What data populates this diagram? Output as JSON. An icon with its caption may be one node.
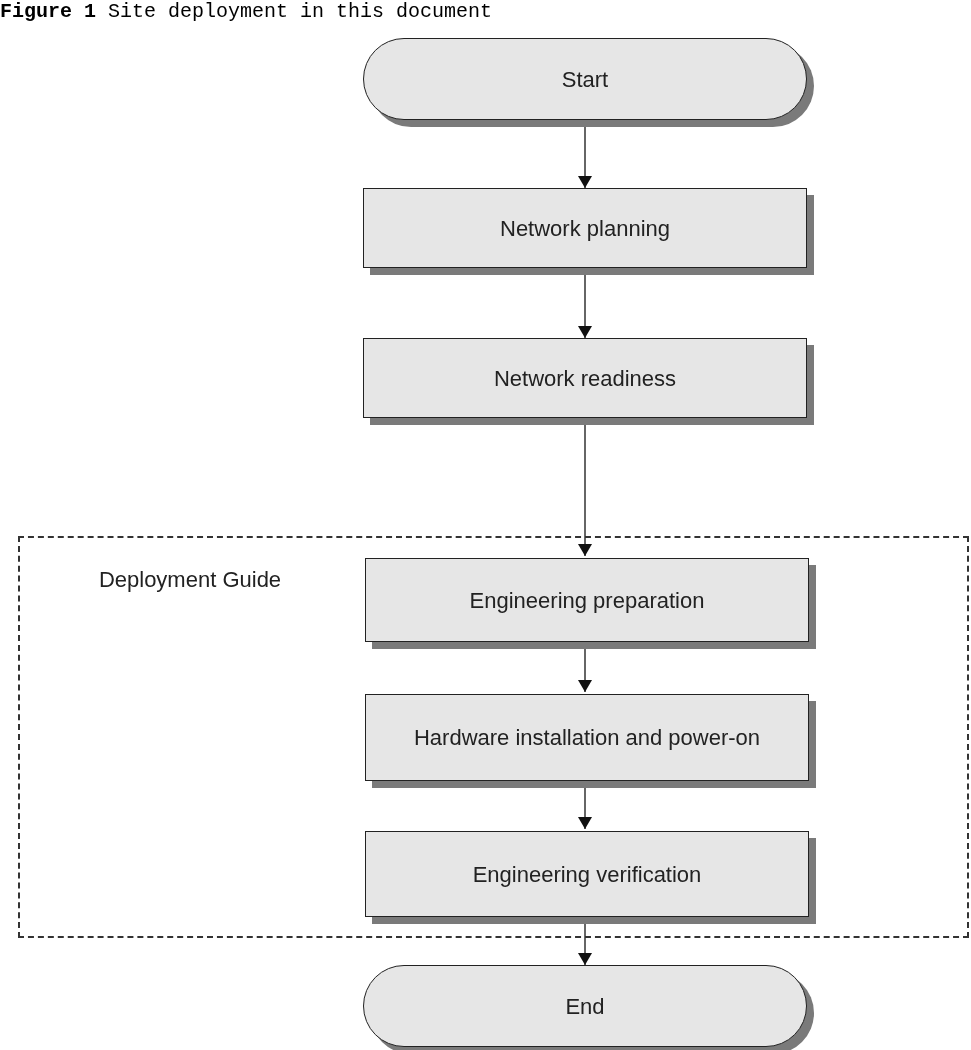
{
  "diagram": {
    "title": "**Figure 1** Site deployment in this document",
    "nodes": [
      {
        "text": [
          "Start"
        ]
      },
      {
        "text": [
          "Network planning"
        ]
      },
      {
        "text": [
          "Network readiness"
        ]
      },
      {
        "text": [
          "Deployment Guide"
        ]
      },
      {
        "text": [
          "Engineering preparation"
        ],
        "in": 3
      },
      {
        "text": [
          "Hardware installation and power-on"
        ],
        "in": 3
      },
      {
        "text": [
          "Engineering verification"
        ],
        "in": 3
      },
      {
        "text": [
          "End"
        ]
      }
    ],
    "edges": [
      {
        "from": 0,
        "to": 1,
        "arrow": "to"
      },
      {
        "from": 1,
        "to": 2,
        "arrow": "to"
      },
      {
        "from": 2,
        "to": 4,
        "arrow": "to"
      },
      {
        "from": 4,
        "to": 5,
        "arrow": "to"
      },
      {
        "from": 5,
        "to": 6,
        "arrow": "to"
      },
      {
        "from": 6,
        "to": 7,
        "arrow": "to"
      }
    ]
  }
}
